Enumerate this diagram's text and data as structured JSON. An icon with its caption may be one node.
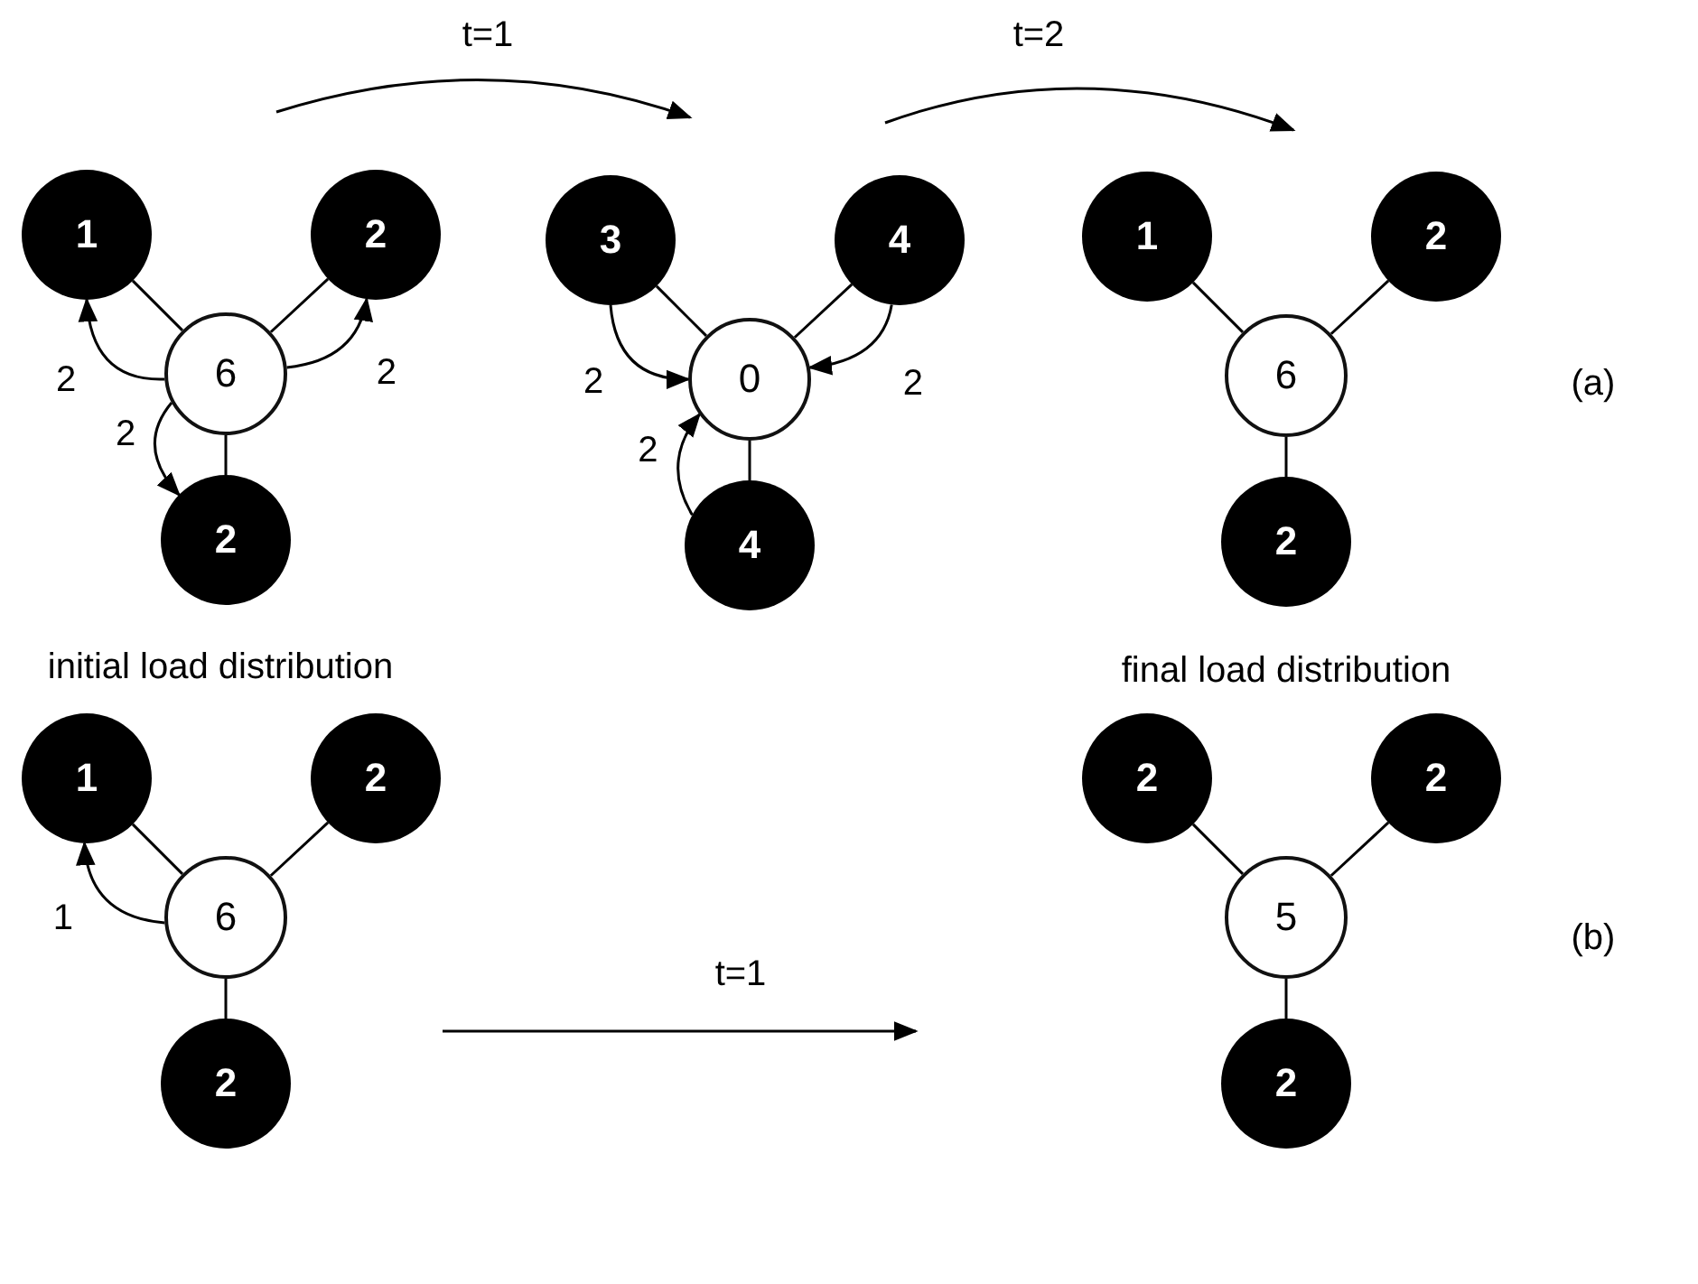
{
  "diagram": {
    "nodes": [
      {
        "text": [
          "1"
        ]
      },
      {
        "text": [
          "2"
        ]
      },
      {
        "text": [
          "6"
        ]
      },
      {
        "text": [
          "2"
        ]
      },
      {
        "text": [
          "3"
        ]
      },
      {
        "text": [
          "4"
        ]
      },
      {
        "text": [
          "0"
        ]
      },
      {
        "text": [
          "4"
        ]
      },
      {
        "text": [
          "1"
        ]
      },
      {
        "text": [
          "2"
        ]
      },
      {
        "text": [
          "6"
        ]
      },
      {
        "text": [
          "2"
        ]
      },
      {
        "text": [
          "1"
        ]
      },
      {
        "text": [
          "2"
        ]
      },
      {
        "text": [
          "6"
        ]
      },
      {
        "text": [
          "2"
        ]
      },
      {
        "text": [
          "2"
        ]
      },
      {
        "text": [
          "2"
        ]
      },
      {
        "text": [
          "5"
        ]
      },
      {
        "text": [
          "2"
        ]
      }
    ],
    "edges": [
      {
        "from": 2,
        "to": 0,
        "arrow": "none"
      },
      {
        "from": 2,
        "to": 1,
        "arrow": "none"
      },
      {
        "from": 2,
        "to": 3,
        "arrow": "none"
      },
      {
        "from": 2,
        "to": 0,
        "arrow": "to",
        "label": "2"
      },
      {
        "from": 2,
        "to": 1,
        "arrow": "to",
        "label": "2"
      },
      {
        "from": 2,
        "to": 3,
        "arrow": "to",
        "label": "2"
      },
      {
        "from": 6,
        "to": 4,
        "arrow": "none"
      },
      {
        "from": 6,
        "to": 5,
        "arrow": "none"
      },
      {
        "from": 6,
        "to": 7,
        "arrow": "none"
      },
      {
        "from": 4,
        "to": 6,
        "arrow": "to",
        "label": "2"
      },
      {
        "from": 5,
        "to": 6,
        "arrow": "to",
        "label": "2"
      },
      {
        "from": 7,
        "to": 6,
        "arrow": "to",
        "label": "2"
      },
      {
        "from": 10,
        "to": 8,
        "arrow": "none"
      },
      {
        "from": 10,
        "to": 9,
        "arrow": "none"
      },
      {
        "from": 10,
        "to": 11,
        "arrow": "none"
      },
      {
        "from": 14,
        "to": 12,
        "arrow": "none"
      },
      {
        "from": 14,
        "to": 13,
        "arrow": "none"
      },
      {
        "from": 14,
        "to": 15,
        "arrow": "none"
      },
      {
        "from": 14,
        "to": 12,
        "arrow": "to",
        "label": "1"
      },
      {
        "from": 18,
        "to": 16,
        "arrow": "none"
      },
      {
        "from": 18,
        "to": 17,
        "arrow": "none"
      },
      {
        "from": 18,
        "to": 19,
        "arrow": "none"
      }
    ],
    "labels": [
      "t=1",
      "t=2",
      "(a)",
      "initial load distribution",
      "final load distribution",
      "t=1",
      "(b)"
    ]
  }
}
